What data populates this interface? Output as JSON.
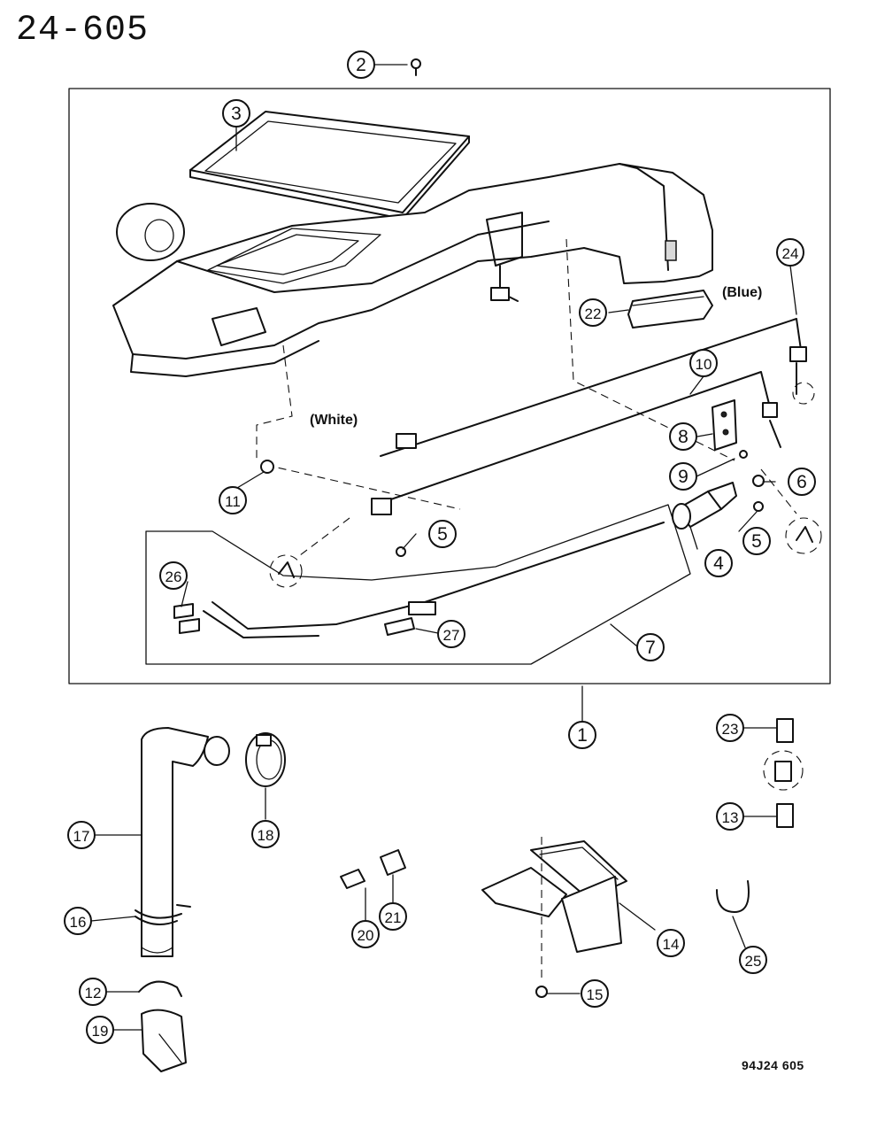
{
  "page_number": "24-605",
  "drawing_code": "94J24 605",
  "annotations": {
    "blue": "(Blue)",
    "white": "(White)"
  },
  "callouts": [
    "1",
    "2",
    "3",
    "4",
    "5",
    "5",
    "6",
    "7",
    "8",
    "9",
    "10",
    "11",
    "12",
    "13",
    "14",
    "15",
    "16",
    "17",
    "18",
    "19",
    "20",
    "21",
    "22",
    "23",
    "24",
    "25",
    "26",
    "27"
  ]
}
